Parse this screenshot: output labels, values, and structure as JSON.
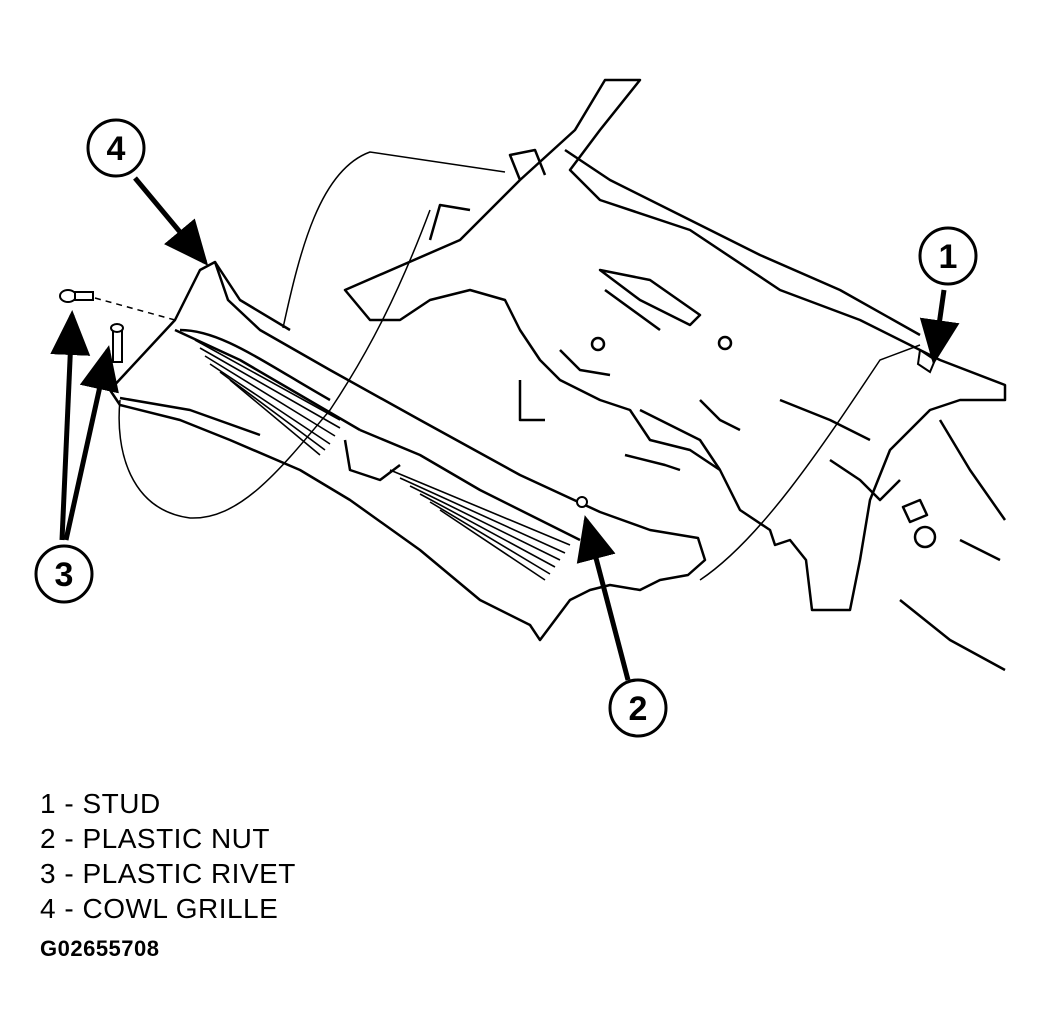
{
  "callouts": [
    {
      "number": "1"
    },
    {
      "number": "2"
    },
    {
      "number": "3"
    },
    {
      "number": "4"
    }
  ],
  "legend": [
    {
      "number": "1",
      "sep": " - ",
      "label": "STUD"
    },
    {
      "number": "2",
      "sep": " - ",
      "label": "PLASTIC NUT"
    },
    {
      "number": "3",
      "sep": " - ",
      "label": "PLASTIC RIVET"
    },
    {
      "number": "4",
      "sep": " - ",
      "label": "COWL GRILLE"
    }
  ],
  "figure_id": "G02655708"
}
